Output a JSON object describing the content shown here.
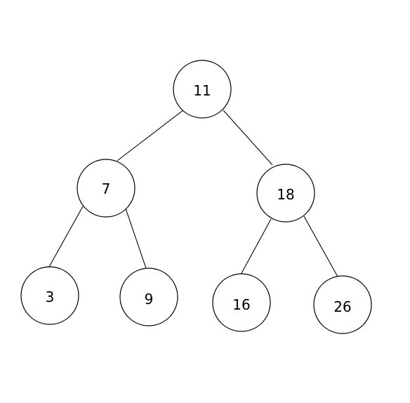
{
  "tree": {
    "nodes": [
      {
        "id": "n11",
        "label": "11"
      },
      {
        "id": "n7",
        "label": "7"
      },
      {
        "id": "n18",
        "label": "18"
      },
      {
        "id": "n3",
        "label": "3"
      },
      {
        "id": "n9",
        "label": "9"
      },
      {
        "id": "n16",
        "label": "16"
      },
      {
        "id": "n26",
        "label": "26"
      }
    ],
    "edges": [
      {
        "from": "n11",
        "to": "n7"
      },
      {
        "from": "n11",
        "to": "n18"
      },
      {
        "from": "n7",
        "to": "n3"
      },
      {
        "from": "n7",
        "to": "n9"
      },
      {
        "from": "n18",
        "to": "n16"
      },
      {
        "from": "n18",
        "to": "n26"
      }
    ]
  }
}
